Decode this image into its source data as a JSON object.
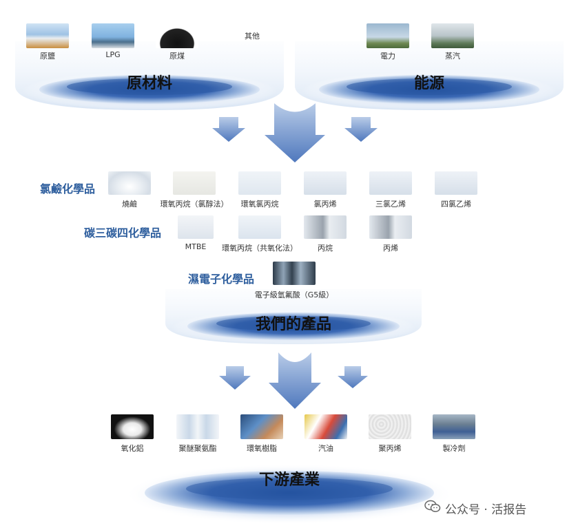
{
  "sources": {
    "raw_materials": {
      "title": "原材料",
      "items": [
        "原鹽",
        "LPG",
        "原煤",
        "其他"
      ]
    },
    "energy": {
      "title": "能源",
      "items": [
        "電力",
        "蒸汽"
      ]
    }
  },
  "products": {
    "title": "我們的產品",
    "chlor_alkali": {
      "label": "氯鹼化學品",
      "items": [
        "燒鹼",
        "環氧丙烷（氯醇法）",
        "環氧氯丙烷",
        "氯丙烯",
        "三氯乙烯",
        "四氯乙烯"
      ]
    },
    "c3c4": {
      "label": "碳三碳四化學品",
      "items": [
        "MTBE",
        "環氧丙烷（共氧化法）",
        "丙烷",
        "丙烯"
      ]
    },
    "wet_electronic": {
      "label": "濕電子化學品",
      "items": [
        "電子級氫氟酸（G5級）"
      ]
    }
  },
  "downstream": {
    "title": "下游產業",
    "items": [
      "氧化鋁",
      "聚醚聚氨酯",
      "環氧樹脂",
      "汽油",
      "聚丙烯",
      "製冷劑"
    ]
  },
  "watermark": "公众号 · 活报告",
  "colors": {
    "bowl_dark": "#2e5aa6",
    "bowl_light": "#dfe9f6",
    "arrow": "#6d8fc9",
    "category_text": "#2f5f9e"
  }
}
